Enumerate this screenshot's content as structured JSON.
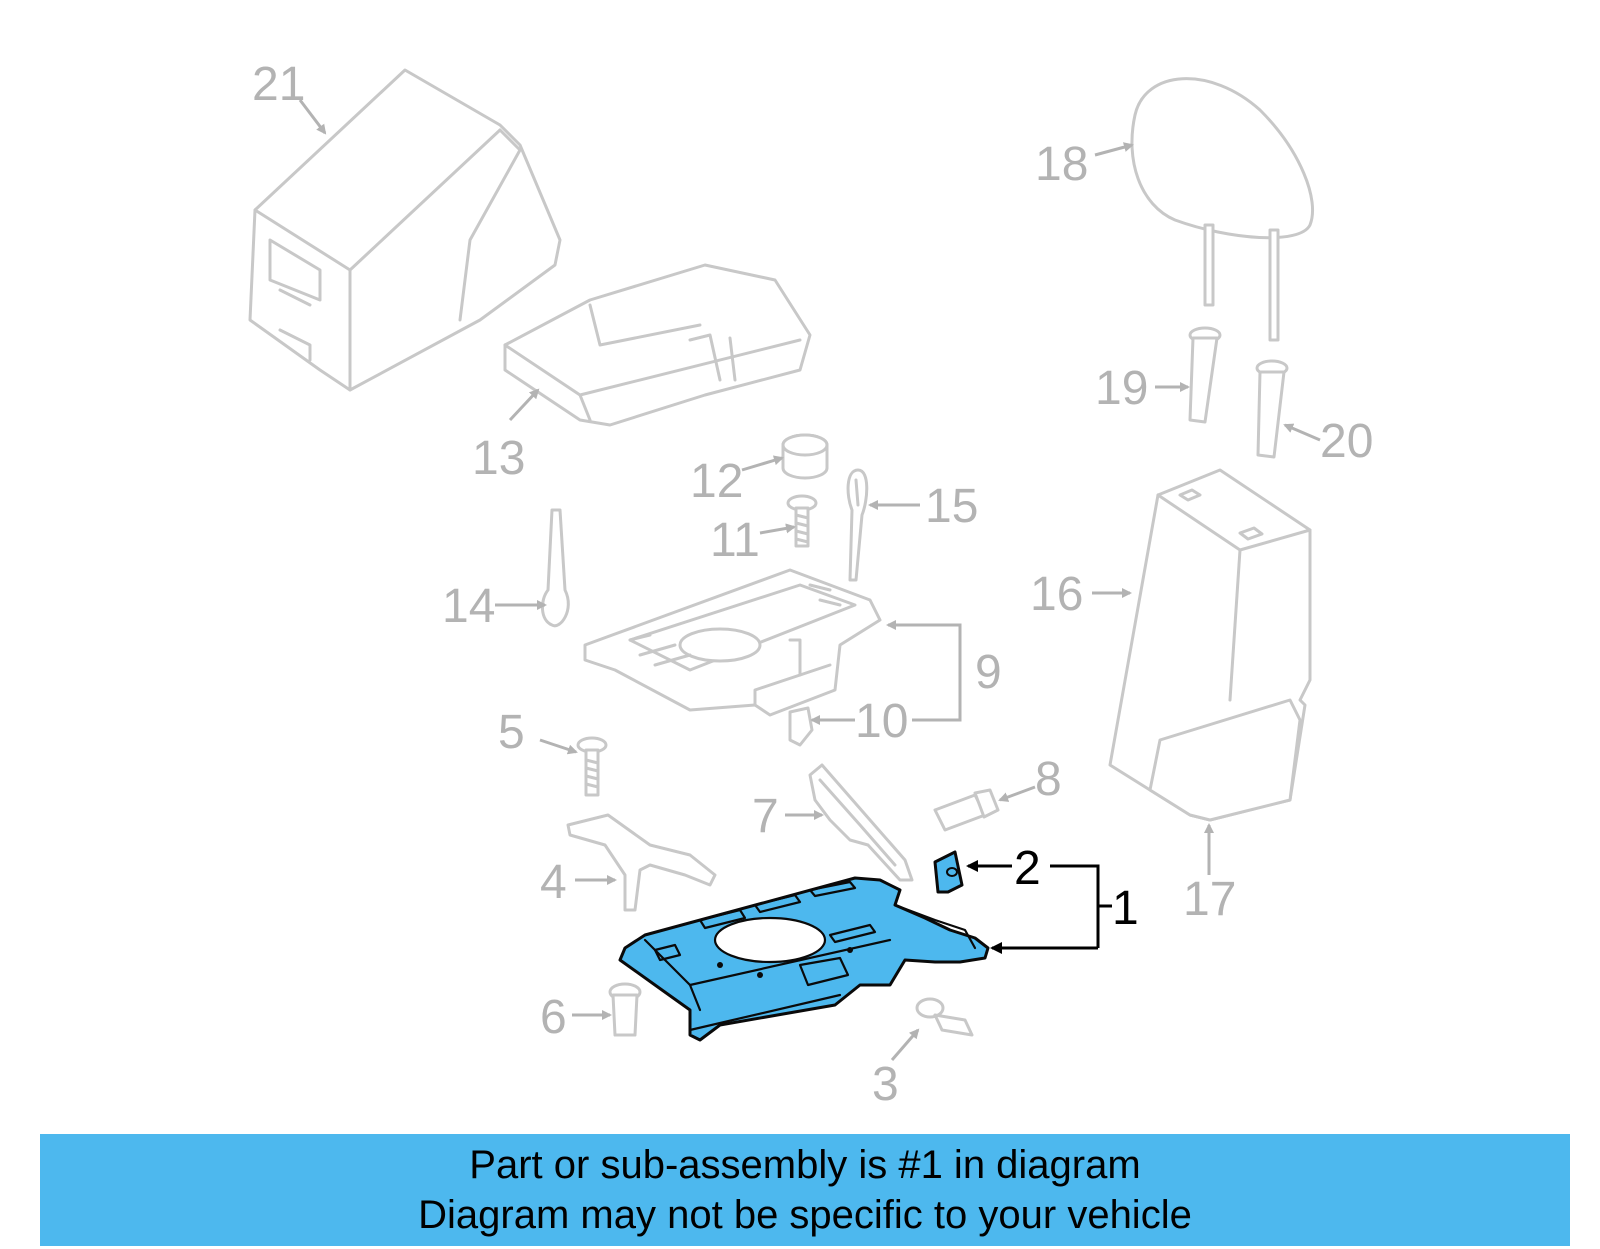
{
  "callouts": [
    {
      "id": "1",
      "text": "1",
      "active": true
    },
    {
      "id": "2",
      "text": "2",
      "active": true
    },
    {
      "id": "3",
      "text": "3"
    },
    {
      "id": "4",
      "text": "4"
    },
    {
      "id": "5",
      "text": "5"
    },
    {
      "id": "6",
      "text": "6"
    },
    {
      "id": "7",
      "text": "7"
    },
    {
      "id": "8",
      "text": "8"
    },
    {
      "id": "9",
      "text": "9"
    },
    {
      "id": "10",
      "text": "10"
    },
    {
      "id": "11",
      "text": "11"
    },
    {
      "id": "12",
      "text": "12"
    },
    {
      "id": "13",
      "text": "13"
    },
    {
      "id": "14",
      "text": "14"
    },
    {
      "id": "15",
      "text": "15"
    },
    {
      "id": "16",
      "text": "16"
    },
    {
      "id": "17",
      "text": "17"
    },
    {
      "id": "18",
      "text": "18"
    },
    {
      "id": "19",
      "text": "19"
    },
    {
      "id": "20",
      "text": "20"
    },
    {
      "id": "21",
      "text": "21"
    }
  ],
  "banner": {
    "line1": "Part or sub-assembly is #1 in diagram",
    "line2": "Diagram may not be specific to your vehicle"
  },
  "colors": {
    "highlight": "#4db8ee",
    "ghost": "#c8c8c8",
    "label_gray": "#b3b3b3",
    "active_label": "#000000"
  }
}
